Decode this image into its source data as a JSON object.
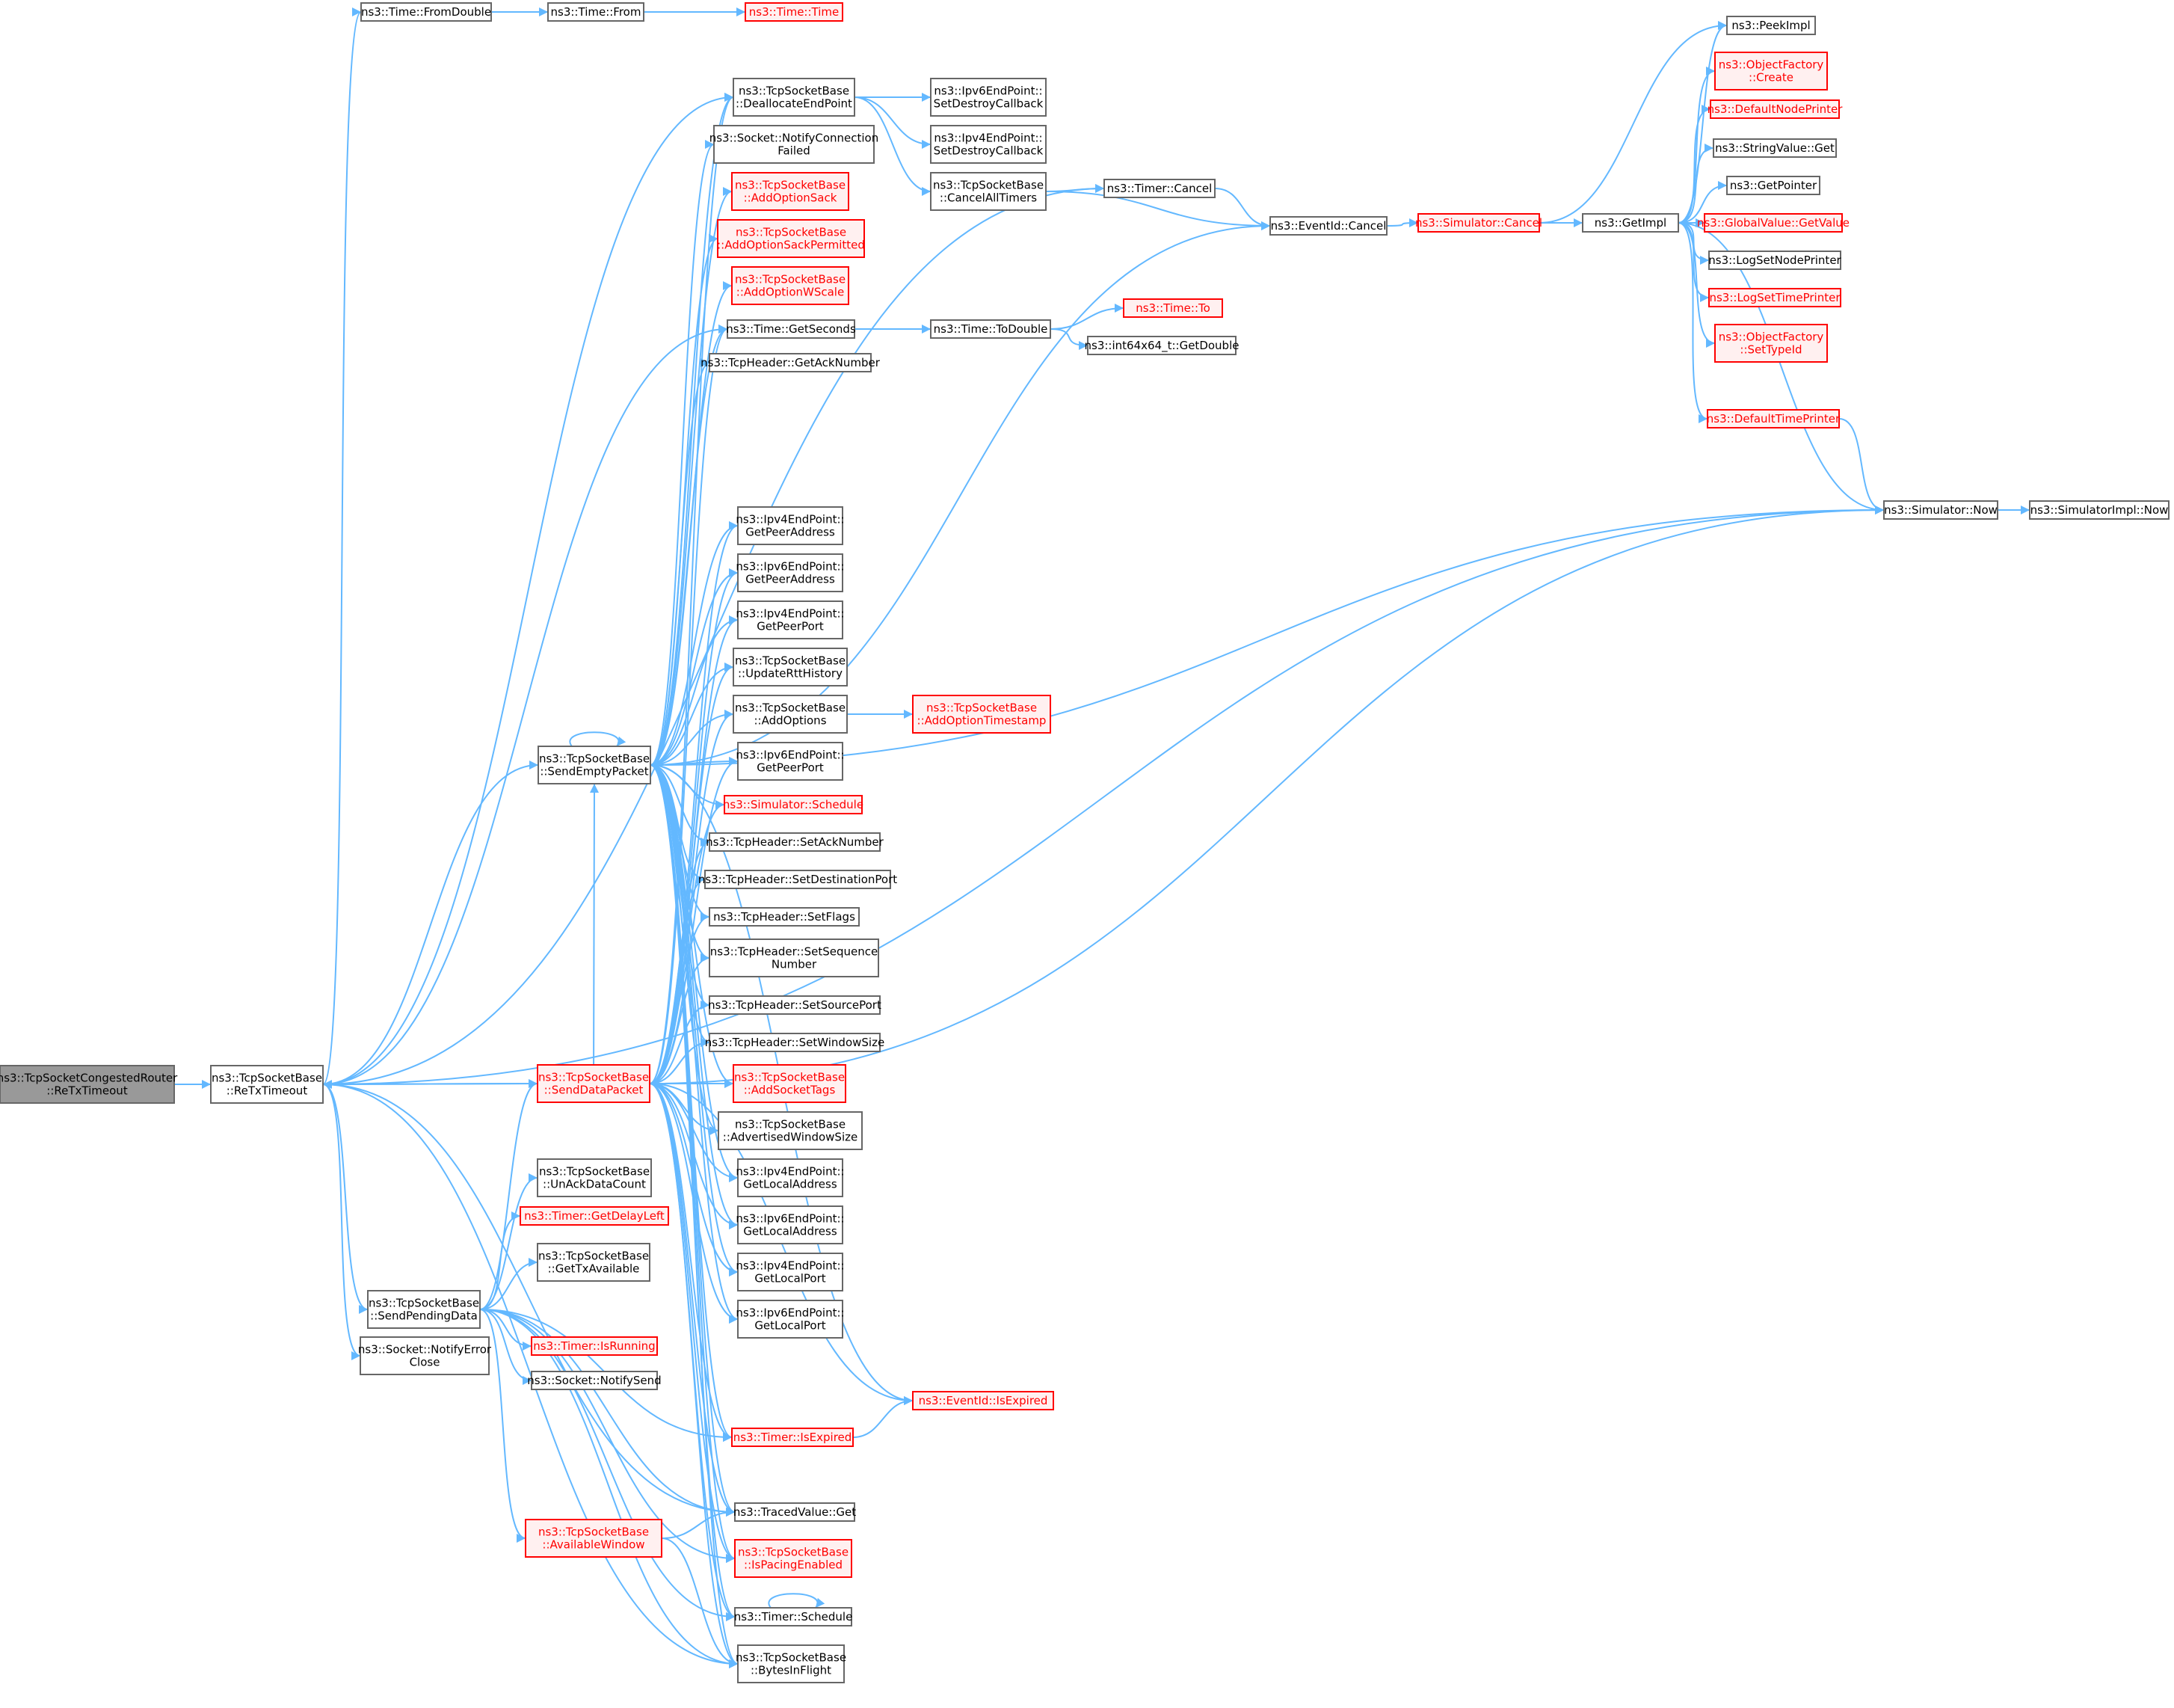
{
  "nodes": [
    {
      "id": "root",
      "lines": [
        "ns3::TcpSocketCongestedRouter",
        "::ReTxTimeout"
      ],
      "style": "root"
    },
    {
      "id": "retx",
      "lines": [
        "ns3::TcpSocketBase",
        "::ReTxTimeout"
      ],
      "style": "normal"
    },
    {
      "id": "fromdouble",
      "lines": [
        "ns3::Time::FromDouble"
      ],
      "style": "normal"
    },
    {
      "id": "from",
      "lines": [
        "ns3::Time::From"
      ],
      "style": "normal"
    },
    {
      "id": "time",
      "lines": [
        "ns3::Time::Time"
      ],
      "style": "red"
    },
    {
      "id": "dealloc",
      "lines": [
        "ns3::TcpSocketBase",
        "::DeallocateEndPoint"
      ],
      "style": "normal"
    },
    {
      "id": "notifyconn",
      "lines": [
        "ns3::Socket::NotifyConnection",
        "Failed"
      ],
      "style": "normal"
    },
    {
      "id": "addsack",
      "lines": [
        "ns3::TcpSocketBase",
        "::AddOptionSack"
      ],
      "style": "red"
    },
    {
      "id": "addsackperm",
      "lines": [
        "ns3::TcpSocketBase",
        "::AddOptionSackPermitted"
      ],
      "style": "red"
    },
    {
      "id": "addwscale",
      "lines": [
        "ns3::TcpSocketBase",
        "::AddOptionWScale"
      ],
      "style": "red"
    },
    {
      "id": "getseconds",
      "lines": [
        "ns3::Time::GetSeconds"
      ],
      "style": "normal"
    },
    {
      "id": "getack",
      "lines": [
        "ns3::TcpHeader::GetAckNumber"
      ],
      "style": "normal"
    },
    {
      "id": "ip4peeraddr",
      "lines": [
        "ns3::Ipv4EndPoint::",
        "GetPeerAddress"
      ],
      "style": "normal"
    },
    {
      "id": "ip6peeraddr",
      "lines": [
        "ns3::Ipv6EndPoint::",
        "GetPeerAddress"
      ],
      "style": "normal"
    },
    {
      "id": "ip4peerport",
      "lines": [
        "ns3::Ipv4EndPoint::",
        "GetPeerPort"
      ],
      "style": "normal"
    },
    {
      "id": "updatertt",
      "lines": [
        "ns3::TcpSocketBase",
        "::UpdateRttHistory"
      ],
      "style": "normal"
    },
    {
      "id": "addoptions",
      "lines": [
        "ns3::TcpSocketBase",
        "::AddOptions"
      ],
      "style": "normal"
    },
    {
      "id": "ip6peerport",
      "lines": [
        "ns3::Ipv6EndPoint::",
        "GetPeerPort"
      ],
      "style": "normal"
    },
    {
      "id": "simschedule",
      "lines": [
        "ns3::Simulator::Schedule"
      ],
      "style": "red"
    },
    {
      "id": "setack",
      "lines": [
        "ns3::TcpHeader::SetAckNumber"
      ],
      "style": "normal"
    },
    {
      "id": "setdestport",
      "lines": [
        "ns3::TcpHeader::SetDestinationPort"
      ],
      "style": "normal"
    },
    {
      "id": "setflags",
      "lines": [
        "ns3::TcpHeader::SetFlags"
      ],
      "style": "normal"
    },
    {
      "id": "setseq",
      "lines": [
        "ns3::TcpHeader::SetSequence",
        "Number"
      ],
      "style": "normal"
    },
    {
      "id": "setsrcport",
      "lines": [
        "ns3::TcpHeader::SetSourcePort"
      ],
      "style": "normal"
    },
    {
      "id": "setwin",
      "lines": [
        "ns3::TcpHeader::SetWindowSize"
      ],
      "style": "normal"
    },
    {
      "id": "addtags",
      "lines": [
        "ns3::TcpSocketBase",
        "::AddSocketTags"
      ],
      "style": "red"
    },
    {
      "id": "advwin",
      "lines": [
        "ns3::TcpSocketBase",
        "::AdvertisedWindowSize"
      ],
      "style": "normal"
    },
    {
      "id": "ip4localaddr",
      "lines": [
        "ns3::Ipv4EndPoint::",
        "GetLocalAddress"
      ],
      "style": "normal"
    },
    {
      "id": "ip6localaddr",
      "lines": [
        "ns3::Ipv6EndPoint::",
        "GetLocalAddress"
      ],
      "style": "normal"
    },
    {
      "id": "ip4localport",
      "lines": [
        "ns3::Ipv4EndPoint::",
        "GetLocalPort"
      ],
      "style": "normal"
    },
    {
      "id": "ip6localport",
      "lines": [
        "ns3::Ipv6EndPoint::",
        "GetLocalPort"
      ],
      "style": "normal"
    },
    {
      "id": "isexpired",
      "lines": [
        "ns3::EventId::IsExpired"
      ],
      "style": "red"
    },
    {
      "id": "timerisexpired",
      "lines": [
        "ns3::Timer::IsExpired"
      ],
      "style": "red"
    },
    {
      "id": "tracedget",
      "lines": [
        "ns3::TracedValue::Get"
      ],
      "style": "normal"
    },
    {
      "id": "ispacing",
      "lines": [
        "ns3::TcpSocketBase",
        "::IsPacingEnabled"
      ],
      "style": "red"
    },
    {
      "id": "timerschedule",
      "lines": [
        "ns3::Timer::Schedule"
      ],
      "style": "normal"
    },
    {
      "id": "bytesinflight",
      "lines": [
        "ns3::TcpSocketBase",
        "::BytesInFlight"
      ],
      "style": "normal"
    },
    {
      "id": "sendempty",
      "lines": [
        "ns3::TcpSocketBase",
        "::SendEmptyPacket"
      ],
      "style": "normal"
    },
    {
      "id": "senddata",
      "lines": [
        "ns3::TcpSocketBase",
        "::SendDataPacket"
      ],
      "style": "red"
    },
    {
      "id": "unack",
      "lines": [
        "ns3::TcpSocketBase",
        "::UnAckDataCount"
      ],
      "style": "normal"
    },
    {
      "id": "getdelayleft",
      "lines": [
        "ns3::Timer::GetDelayLeft"
      ],
      "style": "red"
    },
    {
      "id": "gettxavail",
      "lines": [
        "ns3::TcpSocketBase",
        "::GetTxAvailable"
      ],
      "style": "normal"
    },
    {
      "id": "sendpending",
      "lines": [
        "ns3::TcpSocketBase",
        "::SendPendingData"
      ],
      "style": "normal"
    },
    {
      "id": "isrunning",
      "lines": [
        "ns3::Timer::IsRunning"
      ],
      "style": "red"
    },
    {
      "id": "notifyerror",
      "lines": [
        "ns3::Socket::NotifyError",
        "Close"
      ],
      "style": "normal"
    },
    {
      "id": "notifysend",
      "lines": [
        "ns3::Socket::NotifySend"
      ],
      "style": "normal"
    },
    {
      "id": "availwin",
      "lines": [
        "ns3::TcpSocketBase",
        "::AvailableWindow"
      ],
      "style": "red"
    },
    {
      "id": "ip6setdestroy",
      "lines": [
        "ns3::Ipv6EndPoint::",
        "SetDestroyCallback"
      ],
      "style": "normal"
    },
    {
      "id": "ip4setdestroy",
      "lines": [
        "ns3::Ipv4EndPoint::",
        "SetDestroyCallback"
      ],
      "style": "normal"
    },
    {
      "id": "cancelall",
      "lines": [
        "ns3::TcpSocketBase",
        "::CancelAllTimers"
      ],
      "style": "normal"
    },
    {
      "id": "todouble",
      "lines": [
        "ns3::Time::ToDouble"
      ],
      "style": "normal"
    },
    {
      "id": "addts",
      "lines": [
        "ns3::TcpSocketBase",
        "::AddOptionTimestamp"
      ],
      "style": "red"
    },
    {
      "id": "timerCancel",
      "lines": [
        "ns3::Timer::Cancel"
      ],
      "style": "normal"
    },
    {
      "id": "timeTo",
      "lines": [
        "ns3::Time::To"
      ],
      "style": "red"
    },
    {
      "id": "int64getdouble",
      "lines": [
        "ns3::int64x64_t::GetDouble"
      ],
      "style": "normal"
    },
    {
      "id": "eventcancel",
      "lines": [
        "ns3::EventId::Cancel"
      ],
      "style": "normal"
    },
    {
      "id": "simcancel",
      "lines": [
        "ns3::Simulator::Cancel"
      ],
      "style": "red"
    },
    {
      "id": "getimpl",
      "lines": [
        "ns3::GetImpl"
      ],
      "style": "normal"
    },
    {
      "id": "peekimpl",
      "lines": [
        "ns3::PeekImpl"
      ],
      "style": "normal"
    },
    {
      "id": "objcreate",
      "lines": [
        "ns3::ObjectFactory",
        "::Create"
      ],
      "style": "red"
    },
    {
      "id": "defnodeprinter",
      "lines": [
        "ns3::DefaultNodePrinter"
      ],
      "style": "red"
    },
    {
      "id": "stringget",
      "lines": [
        "ns3::StringValue::Get"
      ],
      "style": "normal"
    },
    {
      "id": "getpointer",
      "lines": [
        "ns3::GetPointer"
      ],
      "style": "normal"
    },
    {
      "id": "globalget",
      "lines": [
        "ns3::GlobalValue::GetValue"
      ],
      "style": "red"
    },
    {
      "id": "logsetnode",
      "lines": [
        "ns3::LogSetNodePrinter"
      ],
      "style": "normal"
    },
    {
      "id": "logsettime",
      "lines": [
        "ns3::LogSetTimePrinter"
      ],
      "style": "red"
    },
    {
      "id": "objsettype",
      "lines": [
        "ns3::ObjectFactory",
        "::SetTypeId"
      ],
      "style": "red"
    },
    {
      "id": "deftimeprinter",
      "lines": [
        "ns3::DefaultTimePrinter"
      ],
      "style": "red"
    },
    {
      "id": "simnow",
      "lines": [
        "ns3::Simulator::Now"
      ],
      "style": "normal"
    },
    {
      "id": "simimplnow",
      "lines": [
        "ns3::SimulatorImpl::Now"
      ],
      "style": "normal"
    }
  ]
}
